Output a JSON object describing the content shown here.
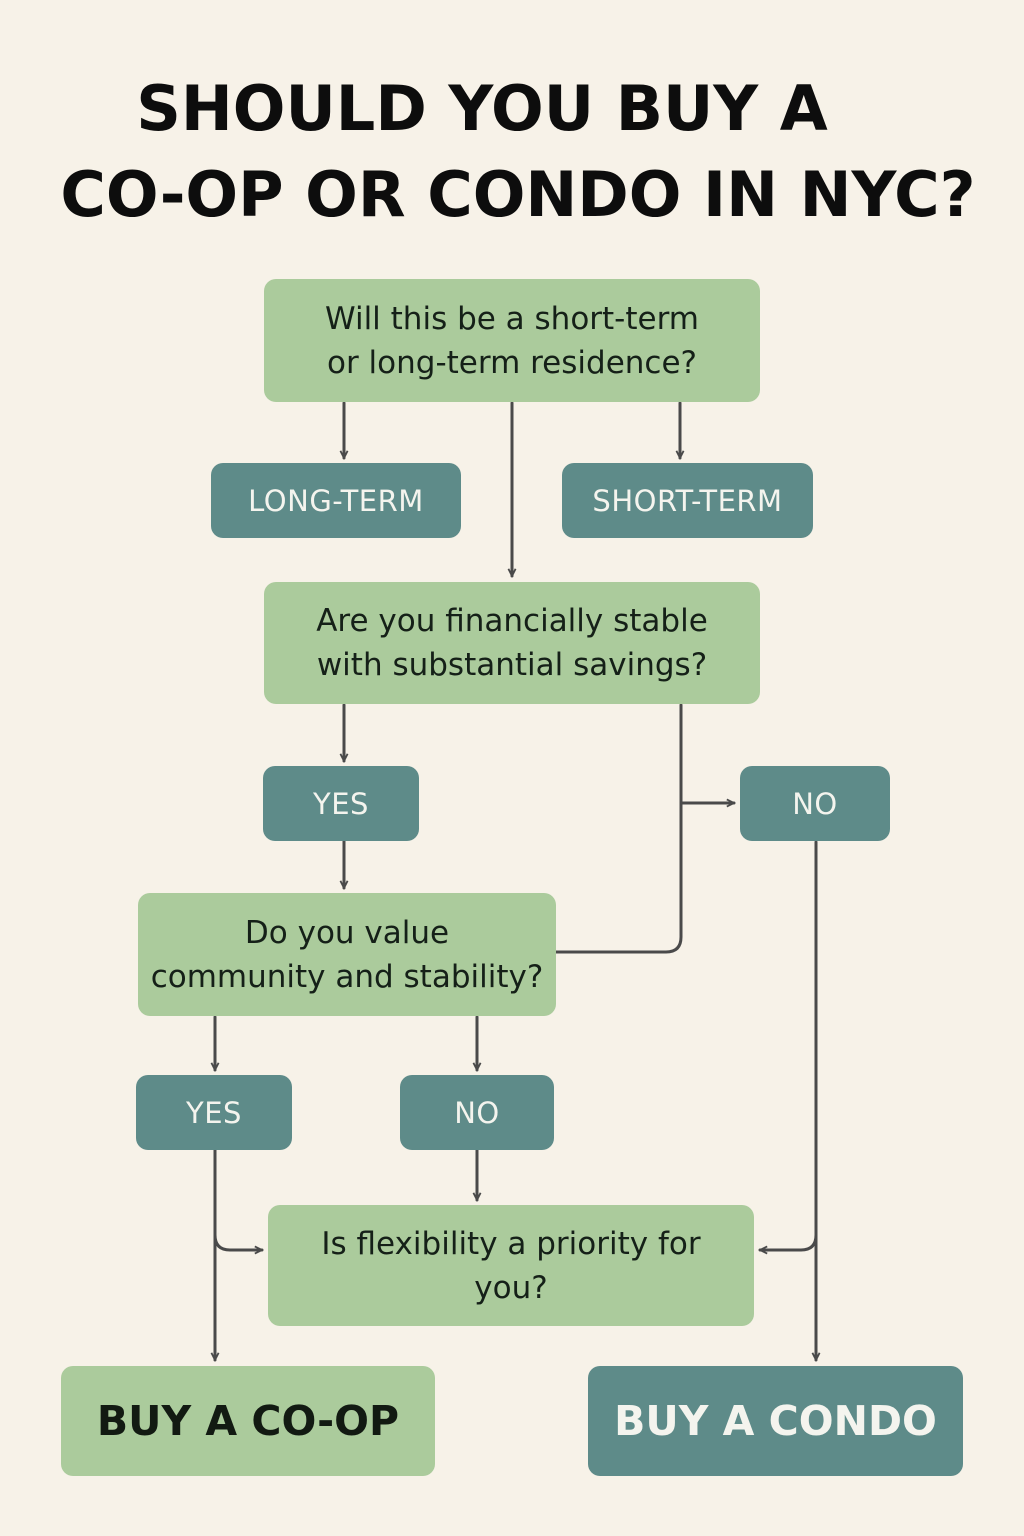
{
  "title": {
    "line1": "SHOULD YOU BUY A",
    "line2": "CO-OP OR CONDO IN NYC?"
  },
  "nodes": {
    "q_residence_line1": "Will this be a short-term",
    "q_residence_line2": "or long-term residence?",
    "long_term": "LONG-TERM",
    "short_term": "SHORT-TERM",
    "q_financial_line1": "Are you financially stable",
    "q_financial_line2": "with substantial savings?",
    "yes_financial": "YES",
    "no_financial": "NO",
    "q_community_line1": "Do you value",
    "q_community_line2": "community and stability?",
    "yes_community": "YES",
    "no_community": "NO",
    "q_flexibility_line1": "Is flexibility a priority for",
    "q_flexibility_line2": "you?",
    "buy_coop": "BUY A CO-OP",
    "buy_condo": "BUY A CONDO"
  },
  "colors": {
    "background": "#f7f2e8",
    "question_box": "#abcb9c",
    "answer_box": "#5e8b89",
    "connector": "#4a4a4a"
  }
}
